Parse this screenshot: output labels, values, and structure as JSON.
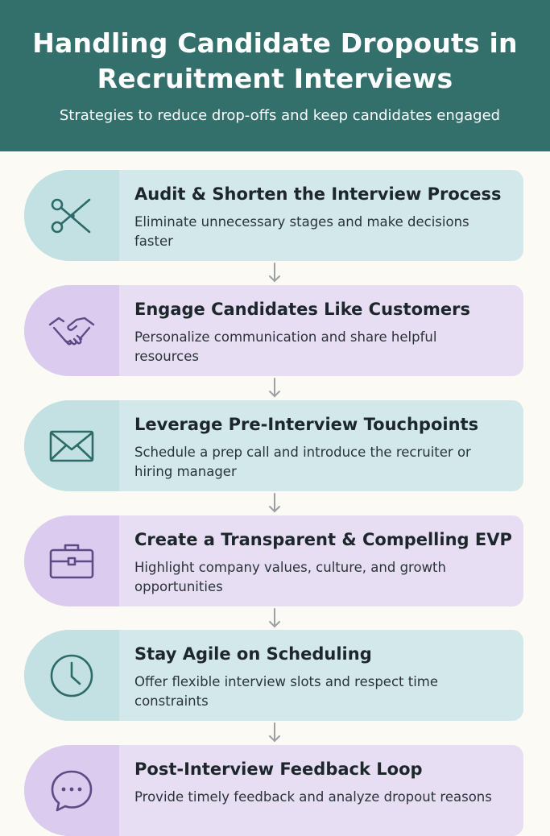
{
  "header": {
    "title_line1": "Handling Candidate Dropouts in",
    "title_line2": "Recruitment Interviews",
    "subtitle": "Strategies to reduce drop-offs and keep candidates engaged"
  },
  "colors": {
    "header_bg": "#33706c",
    "teal_card": "#d3e8ea",
    "purple_card": "#e7def3",
    "teal_icon": "#2c6b68",
    "purple_icon": "#5f4a86"
  },
  "steps": [
    {
      "title": "Audit & Shorten the Interview Process",
      "description": "Eliminate unnecessary stages and make decisions faster",
      "icon": "scissors-icon"
    },
    {
      "title": "Engage Candidates Like Customers",
      "description": "Personalize communication and share helpful resources",
      "icon": "handshake-icon"
    },
    {
      "title": "Leverage Pre-Interview Touchpoints",
      "description": "Schedule a prep call and introduce the recruiter or hiring manager",
      "icon": "envelope-icon"
    },
    {
      "title": "Create a Transparent & Compelling EVP",
      "description": "Highlight company values, culture, and growth opportunities",
      "icon": "briefcase-icon"
    },
    {
      "title": "Stay Agile on Scheduling",
      "description": "Offer flexible interview slots and respect time constraints",
      "icon": "clock-icon"
    },
    {
      "title": "Post-Interview Feedback Loop",
      "description": "Provide timely feedback and analyze dropout reasons",
      "icon": "chat-bubble-icon"
    }
  ]
}
